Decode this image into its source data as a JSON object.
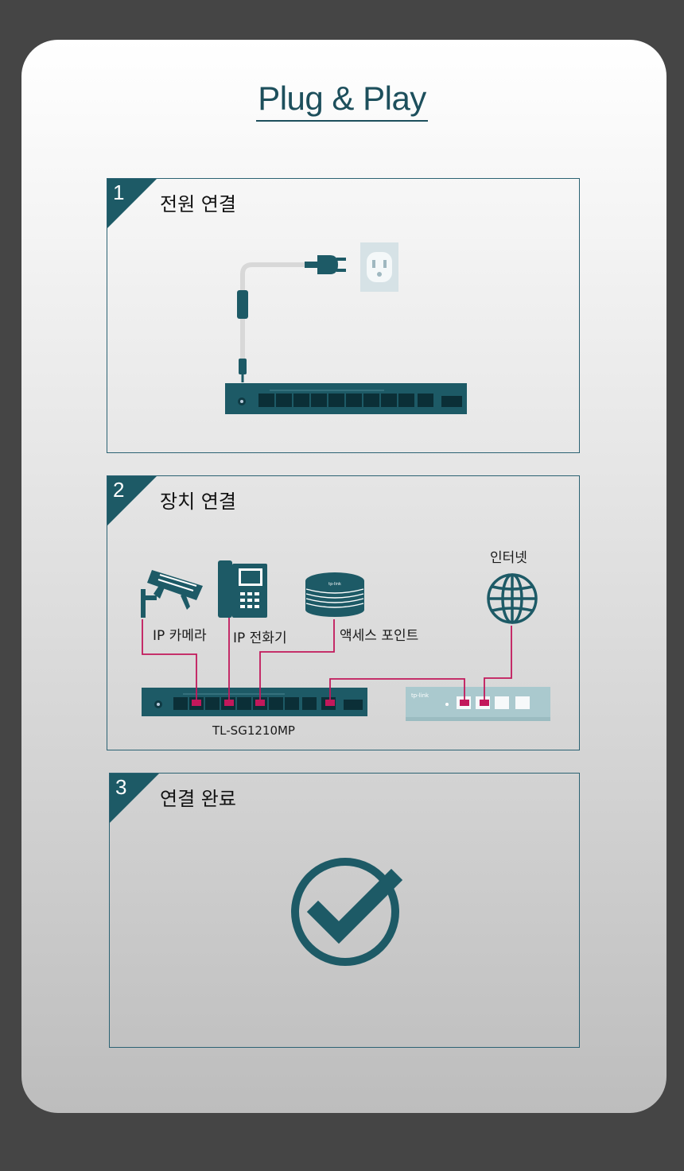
{
  "title": "Plug & Play",
  "steps": [
    {
      "number": "1",
      "title": "전원 연결"
    },
    {
      "number": "2",
      "title": "장치 연결"
    },
    {
      "number": "3",
      "title": "연결 완료"
    }
  ],
  "devices": {
    "camera": "IP 카메라",
    "phone": "IP 전화기",
    "access_point": "액세스 포인트",
    "internet": "인터넷",
    "switch_model": "TL-SG1210MP",
    "router_brand": "tp-link"
  },
  "colors": {
    "teal": "#1d5a66",
    "cable": "#c2185b",
    "border": "#2b6273"
  }
}
